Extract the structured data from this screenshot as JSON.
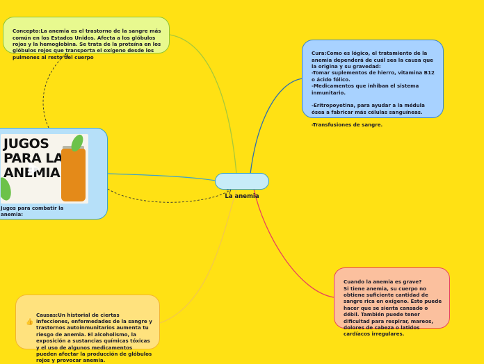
{
  "center": {
    "label": "La anemia"
  },
  "concepto": {
    "text": "Concepto:La anemia es el trastorno de la sangre más común en los Estados Unidos. Afecta a los glóbulos rojos y la hemoglobina. Se trata de la proteína en los glóbulos rojos que transporta el oxígeno desde los pulmones al resto del cuerpo"
  },
  "cura": {
    "text": "Cura:Como es lógico, el tratamiento de la anemia dependerá de cuál sea la causa que la origina y su gravedad:\n-Tomar suplementos de hierro, vitamina B12 o ácido fólico.\n-Medicamentos que inhiban el sistema inmunitario.\n\n-Eritropoyetina, para ayudar a la médula ósea a fabricar más células sanguíneas.\n\n-Transfusiones de sangre."
  },
  "jugos": {
    "thumbnail_title": "JUGOS\nPARA LA\nANEMIA",
    "caption": "Jugos para combatir la\nanemia:"
  },
  "grave": {
    "text": "Cuando la anemia es grave?\nSi tiene anemia, su cuerpo no obtiene suficiente cantidad de sangre rica en oxígeno. Esto puede hacer que se sienta cansado o débil. También puede tener dificultad para respirar, mareos, dolores de cabeza o latidos cardíacos irregulares."
  },
  "causas": {
    "text": "Causas:Un historial de ciertas infecciones, enfermedades de la sangre y trastornos autoinmunitarios aumenta tu riesgo de anemia. El alcoholismo, la exposición a sustancias químicas tóxicas y el uso de algunos medicamentos pueden afectar la producción de glóbulos rojos y provocar anemia.",
    "icon": "thumbs-up-icon"
  },
  "colors": {
    "background": "#FFE114",
    "concepto_line": "#A8C83A",
    "cura_line": "#2F6FB0",
    "jugos_line": "#3FA2C7",
    "grave_line": "#E8455C",
    "causas_line": "#F3C84A",
    "dashed_link": "#333333"
  }
}
